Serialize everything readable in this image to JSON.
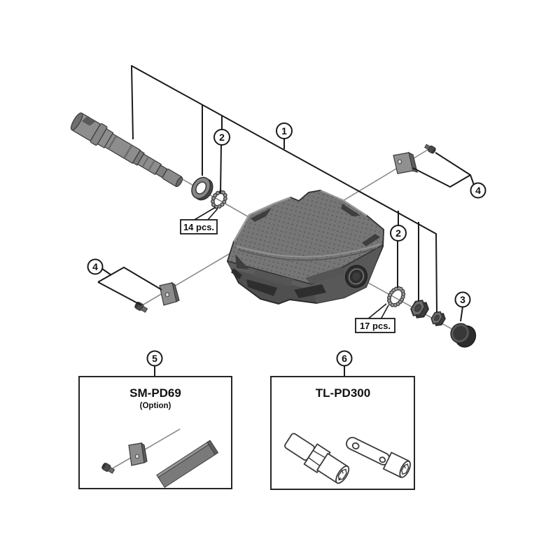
{
  "diagram_title": "pedal-exploded-parts-diagram",
  "callouts": {
    "n1": "1",
    "n2": "2",
    "n3": "3",
    "n4": "4",
    "n5": "5",
    "n6": "6"
  },
  "quantity_labels": {
    "washer_left": "14 pcs.",
    "washer_right": "17 pcs."
  },
  "boxes": {
    "option": {
      "callout": "5",
      "title": "SM-PD69",
      "subtitle": "(Option)"
    },
    "tools": {
      "callout": "6",
      "title": "TL-PD300"
    }
  },
  "colors": {
    "background": "#ffffff",
    "outline": "#1a1a1a",
    "axis_line": "#8c8c8c",
    "part_light": "#8d8d8d",
    "part_mid": "#6e6e6e",
    "part_dark": "#4f4f4f",
    "part_darkest": "#2d2d2d"
  }
}
